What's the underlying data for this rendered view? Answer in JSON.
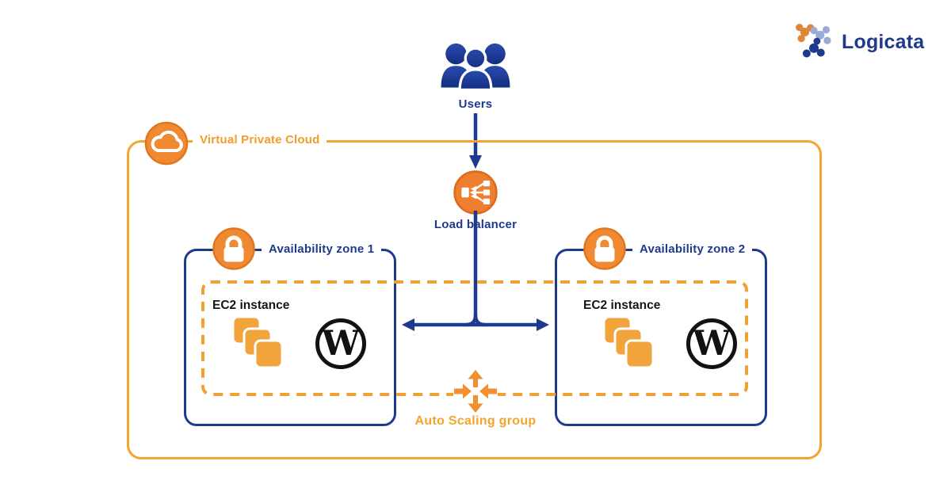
{
  "brand": {
    "name": "Logicata"
  },
  "nodes": {
    "users": {
      "label": "Users"
    },
    "vpc": {
      "label": "Virtual Private Cloud"
    },
    "load_balancer": {
      "label": "Load balancer"
    },
    "az1": {
      "label": "Availability zone 1",
      "ec2_label": "EC2 instance"
    },
    "az2": {
      "label": "Availability zone 2",
      "ec2_label": "EC2 instance"
    },
    "asg": {
      "label": "Auto Scaling group"
    }
  },
  "icons": {
    "users": "users-icon",
    "cloud": "cloud-icon",
    "load_balancer": "load-balancer-icon",
    "lock": "lock-icon",
    "ec2": "ec2-instances-icon",
    "wordpress": "wordpress-icon",
    "auto_scaling": "auto-scaling-icon",
    "brand": "logicata-molecule-icon"
  },
  "colors": {
    "navy": "#1E3A8C",
    "orange_border": "#F5A52D",
    "orange_label": "#F49D2A",
    "orange_icon": "#EF8A33",
    "orange_icon_rim": "#E0761F",
    "orange_dash": "#F0A135",
    "ec2_square": "#F2A43C",
    "black": "#121212",
    "logo_light_blue": "#9AACD6",
    "logo_orange": "#E08634"
  }
}
